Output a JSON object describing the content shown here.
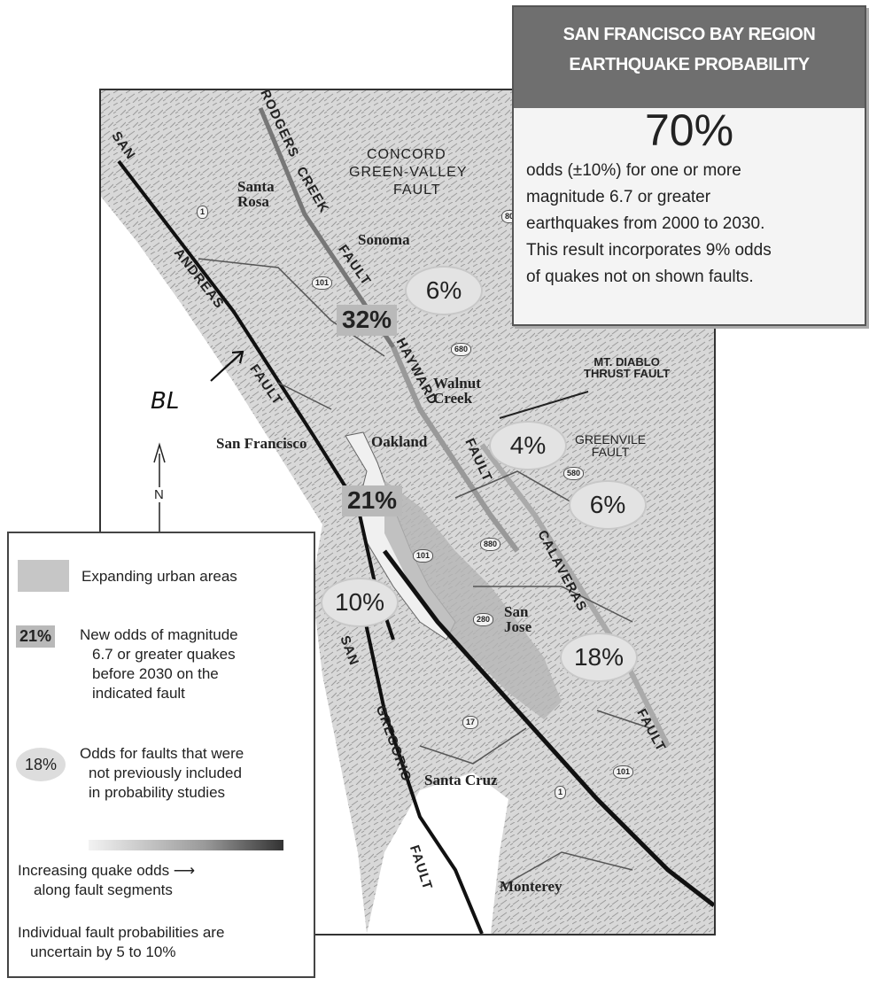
{
  "inset": {
    "title_line1": "SAN FRANCISCO BAY REGION",
    "title_line2": "EARTHQUAKE PROBABILITY",
    "probability": "70%",
    "body_lines": [
      "odds (±10%) for one or more",
      "magnitude 6.7 or greater",
      "earthquakes from 2000 to 2030.",
      "This result incorporates 9% odds",
      "of quakes not on shown faults."
    ]
  },
  "places": {
    "santa_rosa": [
      "Santa",
      "Rosa"
    ],
    "sonoma": "Sonoma",
    "walnut_creek": [
      "Walnut",
      "Creek"
    ],
    "san_francisco": "San Francisco",
    "oakland": "Oakland",
    "san_jose": [
      "San",
      "Jose"
    ],
    "santa_cruz": "Santa Cruz",
    "monterey": "Monterey"
  },
  "faults": {
    "san_andreas": [
      "SAN",
      "ANDREAS",
      "FAULT"
    ],
    "rodgers_creek": [
      "RODGERS",
      "CREEK",
      "FAULT"
    ],
    "concord": [
      "CONCORD",
      "GREEN-VALLEY",
      "FAULT"
    ],
    "hayward": [
      "HAYWARD",
      "FAULT"
    ],
    "mt_diablo": [
      "MT. DIABLO",
      "THRUST FAULT"
    ],
    "greenville": [
      "GREENVILE",
      "FAULT"
    ],
    "calaveras": [
      "CALAVERAS",
      "FAULT"
    ],
    "san_gregorio": [
      "SAN",
      "GREGORIO",
      "FAULT"
    ]
  },
  "probabilities": {
    "rodgers_creek": "32%",
    "concord": "6%",
    "mt_diablo": "4%",
    "greenville": "6%",
    "hayward": "21%",
    "san_gregorio": "10%",
    "calaveras": "18%"
  },
  "highways": [
    "1",
    "101",
    "80",
    "680",
    "580",
    "880",
    "101",
    "280",
    "17",
    "101",
    "1"
  ],
  "north_label": "N",
  "annotation": "BL",
  "legend": {
    "urban": "Expanding urban areas",
    "new_odds_value": "21%",
    "new_odds_text": [
      "New odds of magnitude",
      "6.7 or greater quakes",
      "before 2030 on the",
      "indicated fault"
    ],
    "old_odds_value": "18%",
    "old_odds_text": [
      "Odds for faults that were",
      "not previously included",
      "in probability studies"
    ],
    "gradient_text": [
      "Increasing quake odds",
      "along fault segments"
    ],
    "uncertainty_text": [
      "Individual fault probabilities are",
      "uncertain by 5 to 10%"
    ]
  }
}
